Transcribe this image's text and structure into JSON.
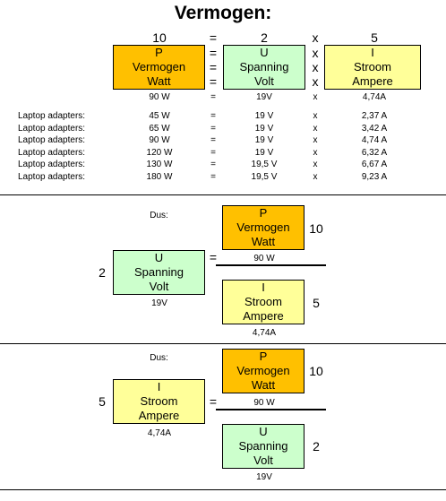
{
  "title": "Vermogen:",
  "formula": {
    "p_value": "10",
    "eq": "=",
    "u_value": "2",
    "x": "x",
    "i_value": "5",
    "p_box": [
      "P",
      "Vermogen",
      "Watt"
    ],
    "u_box": [
      "U",
      "Spanning",
      "Volt"
    ],
    "i_box": [
      "I",
      "Stroom",
      "Ampere"
    ],
    "p_example": "90 W",
    "u_example": "19V",
    "i_example": "4,74A"
  },
  "laptop_rows": [
    {
      "label": "Laptop adapters:",
      "p": "45 W",
      "u": "19 V",
      "i": "2,37 A"
    },
    {
      "label": "Laptop adapters:",
      "p": "65 W",
      "u": "19 V",
      "i": "3,42 A"
    },
    {
      "label": "Laptop adapters:",
      "p": "90 W",
      "u": "19 V",
      "i": "4,74 A"
    },
    {
      "label": "Laptop adapters:",
      "p": "120 W",
      "u": "19 V",
      "i": "6,32 A"
    },
    {
      "label": "Laptop adapters:",
      "p": "130 W",
      "u": "19,5 V",
      "i": "6,67 A"
    },
    {
      "label": "Laptop adapters:",
      "p": "180 W",
      "u": "19,5 V",
      "i": "9,23 A"
    }
  ],
  "section2": {
    "dus": "Dus:",
    "left_value": "2",
    "left_box": [
      "U",
      "Spanning",
      "Volt"
    ],
    "left_example": "19V",
    "eq": "=",
    "top_box": [
      "P",
      "Vermogen",
      "Watt"
    ],
    "top_value": "10",
    "top_example": "90 W",
    "bottom_box": [
      "I",
      "Stroom",
      "Ampere"
    ],
    "bottom_value": "5",
    "bottom_example": "4,74A"
  },
  "section3": {
    "dus": "Dus:",
    "left_value": "5",
    "left_box": [
      "I",
      "Stroom",
      "Ampere"
    ],
    "left_example": "4,74A",
    "eq": "=",
    "top_box": [
      "P",
      "Vermogen",
      "Watt"
    ],
    "top_value": "10",
    "top_example": "90 W",
    "bottom_box": [
      "U",
      "Spanning",
      "Volt"
    ],
    "bottom_value": "2",
    "bottom_example": "19V"
  },
  "colors": {
    "power": "#ffc000",
    "voltage": "#ccffcc",
    "current": "#ffff99"
  }
}
